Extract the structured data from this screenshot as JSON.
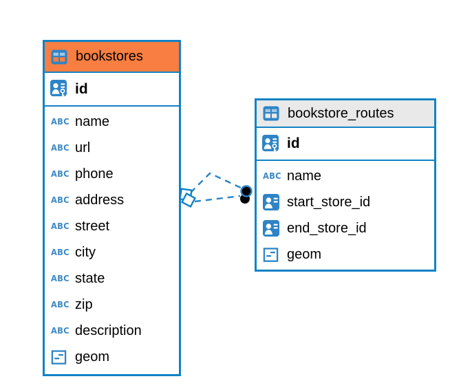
{
  "diagram": {
    "type": "entity-relationship",
    "background": "#ffffff"
  },
  "colors": {
    "table_border_blue": "#1182C6",
    "relation_line_blue": "#2E86C8",
    "icon_blue": "#2E84C6",
    "abc_icon_blue": "#3E8AC8",
    "bookstores_header_orange": "#F87E41",
    "routes_header_gray": "#E9E9E9",
    "endpoint_dot_black": "#000000"
  },
  "icons": {
    "text_type_glyph": "ABC",
    "table_icon": "table-grid",
    "primary_key_icon": "person-key",
    "reference_icon": "person-card",
    "geometry_icon": "object-box",
    "source_marker": "overlapping-diamonds",
    "target_marker": "filled-dot"
  },
  "tables": [
    {
      "name": "bookstores",
      "header_style": "orange-selected",
      "primary_key": {
        "name": "id",
        "type": "pk"
      },
      "fields": [
        {
          "name": "name",
          "type": "text"
        },
        {
          "name": "url",
          "type": "text"
        },
        {
          "name": "phone",
          "type": "text"
        },
        {
          "name": "address",
          "type": "text"
        },
        {
          "name": "street",
          "type": "text"
        },
        {
          "name": "city",
          "type": "text"
        },
        {
          "name": "state",
          "type": "text"
        },
        {
          "name": "zip",
          "type": "text"
        },
        {
          "name": "description",
          "type": "text"
        },
        {
          "name": "geom",
          "type": "geometry"
        }
      ]
    },
    {
      "name": "bookstore_routes",
      "header_style": "gray",
      "primary_key": {
        "name": "id",
        "type": "pk"
      },
      "fields": [
        {
          "name": "name",
          "type": "text"
        },
        {
          "name": "start_store_id",
          "type": "reference"
        },
        {
          "name": "end_store_id",
          "type": "reference"
        },
        {
          "name": "geom",
          "type": "geometry"
        }
      ]
    }
  ],
  "relations": {
    "line_style": "dashed",
    "count": 2,
    "links": [
      {
        "from_table": "bookstores",
        "to_table": "bookstore_routes"
      },
      {
        "from_table": "bookstores",
        "to_table": "bookstore_routes"
      }
    ]
  }
}
